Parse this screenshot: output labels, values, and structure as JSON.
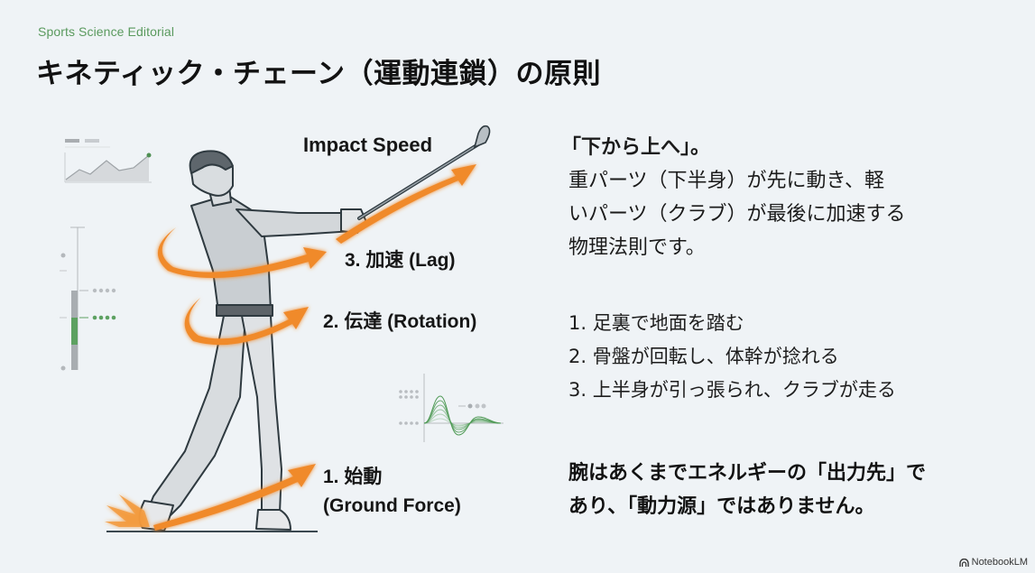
{
  "header": {
    "kicker": "Sports Science Editorial",
    "title": "キネティック・チェーン（運動連鎖）の原則"
  },
  "illustration": {
    "subject": "golfer follow-through with kinetic chain arrows",
    "labels": {
      "impact": "Impact Speed",
      "step3": "3. 加速 (Lag)",
      "step2": "2. 伝達 (Rotation)",
      "step1_line1": "1. 始動",
      "step1_line2": "(Ground Force)"
    },
    "colors": {
      "arrow": "#f08a2c",
      "accent_green": "#5a9a5e",
      "figure_fill": "#d9dde1",
      "figure_stroke": "#2f3a40"
    }
  },
  "intro": {
    "headline": "「下から上へ」。",
    "lines": [
      "重パーツ（下半身）が先に動き、軽",
      "いパーツ（クラブ）が最後に加速する",
      "物理法則です。"
    ]
  },
  "steps": [
    "1. 足裏で地面を踏む",
    "2. 骨盤が回転し、体幹が捻れる",
    "3. 上半身が引っ張られ、クラブが走る"
  ],
  "note": {
    "lines": [
      "腕はあくまでエネルギーの「出力先」で",
      "あり、「動力源」ではありません。"
    ]
  },
  "footer": {
    "brand": "NotebookLM",
    "brand_icon": "notebooklm-logo-icon"
  }
}
